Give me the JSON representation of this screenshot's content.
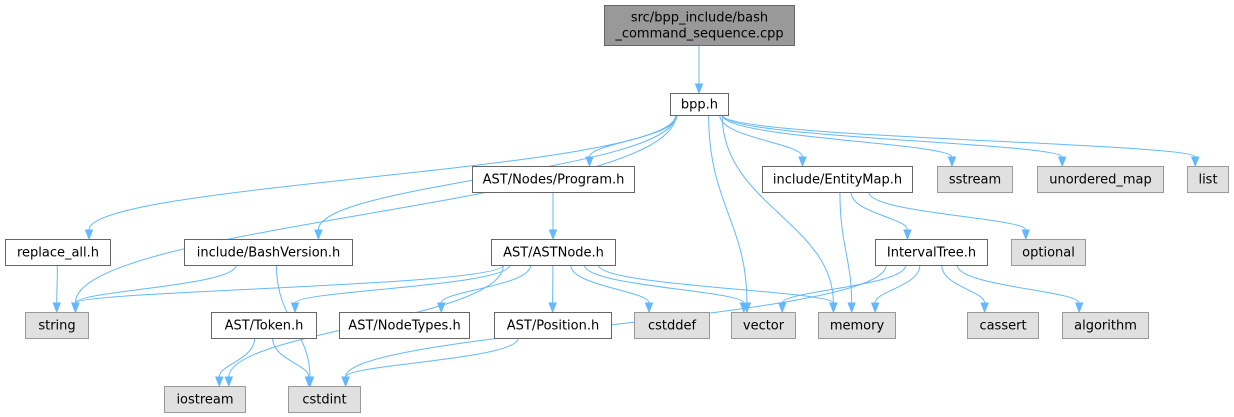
{
  "colors": {
    "root_fill": "#999999",
    "root_stroke": "#666666",
    "file_fill": "#ffffff",
    "file_stroke": "#666666",
    "system_fill": "#e0e0e0",
    "system_stroke": "#999999",
    "edge": "#63b8ff"
  },
  "nodes": {
    "root": {
      "lines": [
        "src/bpp_include/bash",
        "_command_sequence.cpp"
      ],
      "kind": "root"
    },
    "bpp_h": {
      "lines": [
        "bpp.h"
      ],
      "kind": "file"
    },
    "program_h": {
      "lines": [
        "AST/Nodes/Program.h"
      ],
      "kind": "file"
    },
    "entitymap_h": {
      "lines": [
        "include/EntityMap.h"
      ],
      "kind": "file"
    },
    "sstream": {
      "lines": [
        "sstream"
      ],
      "kind": "system"
    },
    "unordered_map": {
      "lines": [
        "unordered_map"
      ],
      "kind": "system"
    },
    "list": {
      "lines": [
        "list"
      ],
      "kind": "system"
    },
    "replace_all_h": {
      "lines": [
        "replace_all.h"
      ],
      "kind": "file"
    },
    "bashversion_h": {
      "lines": [
        "include/BashVersion.h"
      ],
      "kind": "file"
    },
    "astnode_h": {
      "lines": [
        "AST/ASTNode.h"
      ],
      "kind": "file"
    },
    "intervaltree_h": {
      "lines": [
        "IntervalTree.h"
      ],
      "kind": "file"
    },
    "optional": {
      "lines": [
        "optional"
      ],
      "kind": "system"
    },
    "string": {
      "lines": [
        "string"
      ],
      "kind": "system"
    },
    "token_h": {
      "lines": [
        "AST/Token.h"
      ],
      "kind": "file"
    },
    "nodetypes_h": {
      "lines": [
        "AST/NodeTypes.h"
      ],
      "kind": "file"
    },
    "position_h": {
      "lines": [
        "AST/Position.h"
      ],
      "kind": "file"
    },
    "cstddef": {
      "lines": [
        "cstddef"
      ],
      "kind": "system"
    },
    "vector": {
      "lines": [
        "vector"
      ],
      "kind": "system"
    },
    "memory": {
      "lines": [
        "memory"
      ],
      "kind": "system"
    },
    "cassert": {
      "lines": [
        "cassert"
      ],
      "kind": "system"
    },
    "algorithm": {
      "lines": [
        "algorithm"
      ],
      "kind": "system"
    },
    "iostream": {
      "lines": [
        "iostream"
      ],
      "kind": "system"
    },
    "cstdint": {
      "lines": [
        "cstdint"
      ],
      "kind": "system"
    }
  },
  "edges": [
    [
      "root",
      "bpp_h"
    ],
    [
      "bpp_h",
      "replace_all_h"
    ],
    [
      "bpp_h",
      "string"
    ],
    [
      "bpp_h",
      "bashversion_h"
    ],
    [
      "bpp_h",
      "program_h"
    ],
    [
      "bpp_h",
      "vector"
    ],
    [
      "bpp_h",
      "memory"
    ],
    [
      "bpp_h",
      "entitymap_h"
    ],
    [
      "bpp_h",
      "sstream"
    ],
    [
      "bpp_h",
      "unordered_map"
    ],
    [
      "bpp_h",
      "list"
    ],
    [
      "replace_all_h",
      "string"
    ],
    [
      "bashversion_h",
      "string"
    ],
    [
      "bashversion_h",
      "cstdint"
    ],
    [
      "program_h",
      "astnode_h"
    ],
    [
      "astnode_h",
      "string"
    ],
    [
      "astnode_h",
      "iostream"
    ],
    [
      "astnode_h",
      "token_h"
    ],
    [
      "astnode_h",
      "nodetypes_h"
    ],
    [
      "astnode_h",
      "position_h"
    ],
    [
      "astnode_h",
      "cstddef"
    ],
    [
      "astnode_h",
      "vector"
    ],
    [
      "astnode_h",
      "memory"
    ],
    [
      "entitymap_h",
      "intervaltree_h"
    ],
    [
      "entitymap_h",
      "optional"
    ],
    [
      "entitymap_h",
      "memory"
    ],
    [
      "intervaltree_h",
      "vector"
    ],
    [
      "intervaltree_h",
      "memory"
    ],
    [
      "intervaltree_h",
      "cassert"
    ],
    [
      "intervaltree_h",
      "algorithm"
    ],
    [
      "intervaltree_h",
      "cstdint"
    ],
    [
      "token_h",
      "iostream"
    ],
    [
      "token_h",
      "cstdint"
    ],
    [
      "position_h",
      "cstdint"
    ]
  ]
}
